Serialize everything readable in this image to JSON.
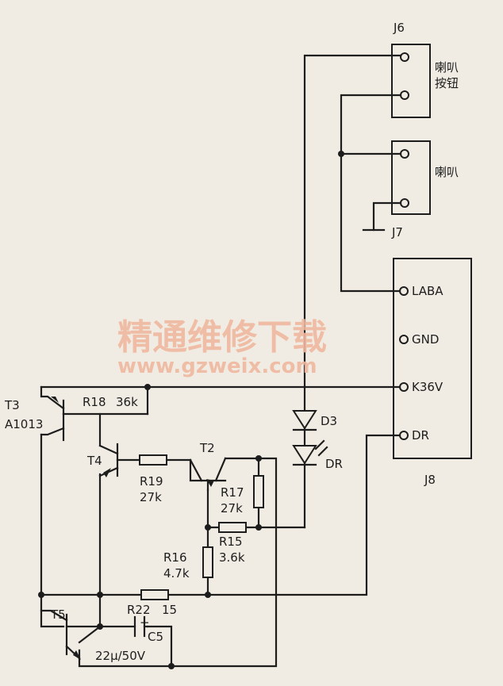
{
  "connectors": {
    "j6": {
      "name": "J6",
      "lines": [
        "喇叭",
        "按钮"
      ]
    },
    "j7": {
      "name": "J7",
      "label": "喇叭"
    },
    "j8": {
      "name": "J8",
      "pins": [
        "LABA",
        "GND",
        "K36V",
        "DR"
      ]
    }
  },
  "transistors": {
    "t2": "T2",
    "t3": "T3",
    "t3_model": "A1013",
    "t4": "T4",
    "t5": "T5"
  },
  "resistors": {
    "r15": {
      "name": "R15",
      "value": "3.6k"
    },
    "r16": {
      "name": "R16",
      "value": "4.7k"
    },
    "r17": {
      "name": "R17",
      "value": "27k"
    },
    "r18": {
      "name": "R18",
      "value": "36k"
    },
    "r19": {
      "name": "R19",
      "value": "27k"
    },
    "r22": {
      "name": "R22",
      "value": "15"
    }
  },
  "capacitor": {
    "name": "C5",
    "value": "22μ/50V",
    "polarity": "+"
  },
  "diodes": {
    "d3": "D3",
    "dr": "DR"
  },
  "watermark": {
    "title": "精通维修下载",
    "url": "www.gzweix.com"
  },
  "colors": {
    "ink": "#1d1d1d",
    "paper": "#f1ece3",
    "watermark": "#efb8a0"
  }
}
